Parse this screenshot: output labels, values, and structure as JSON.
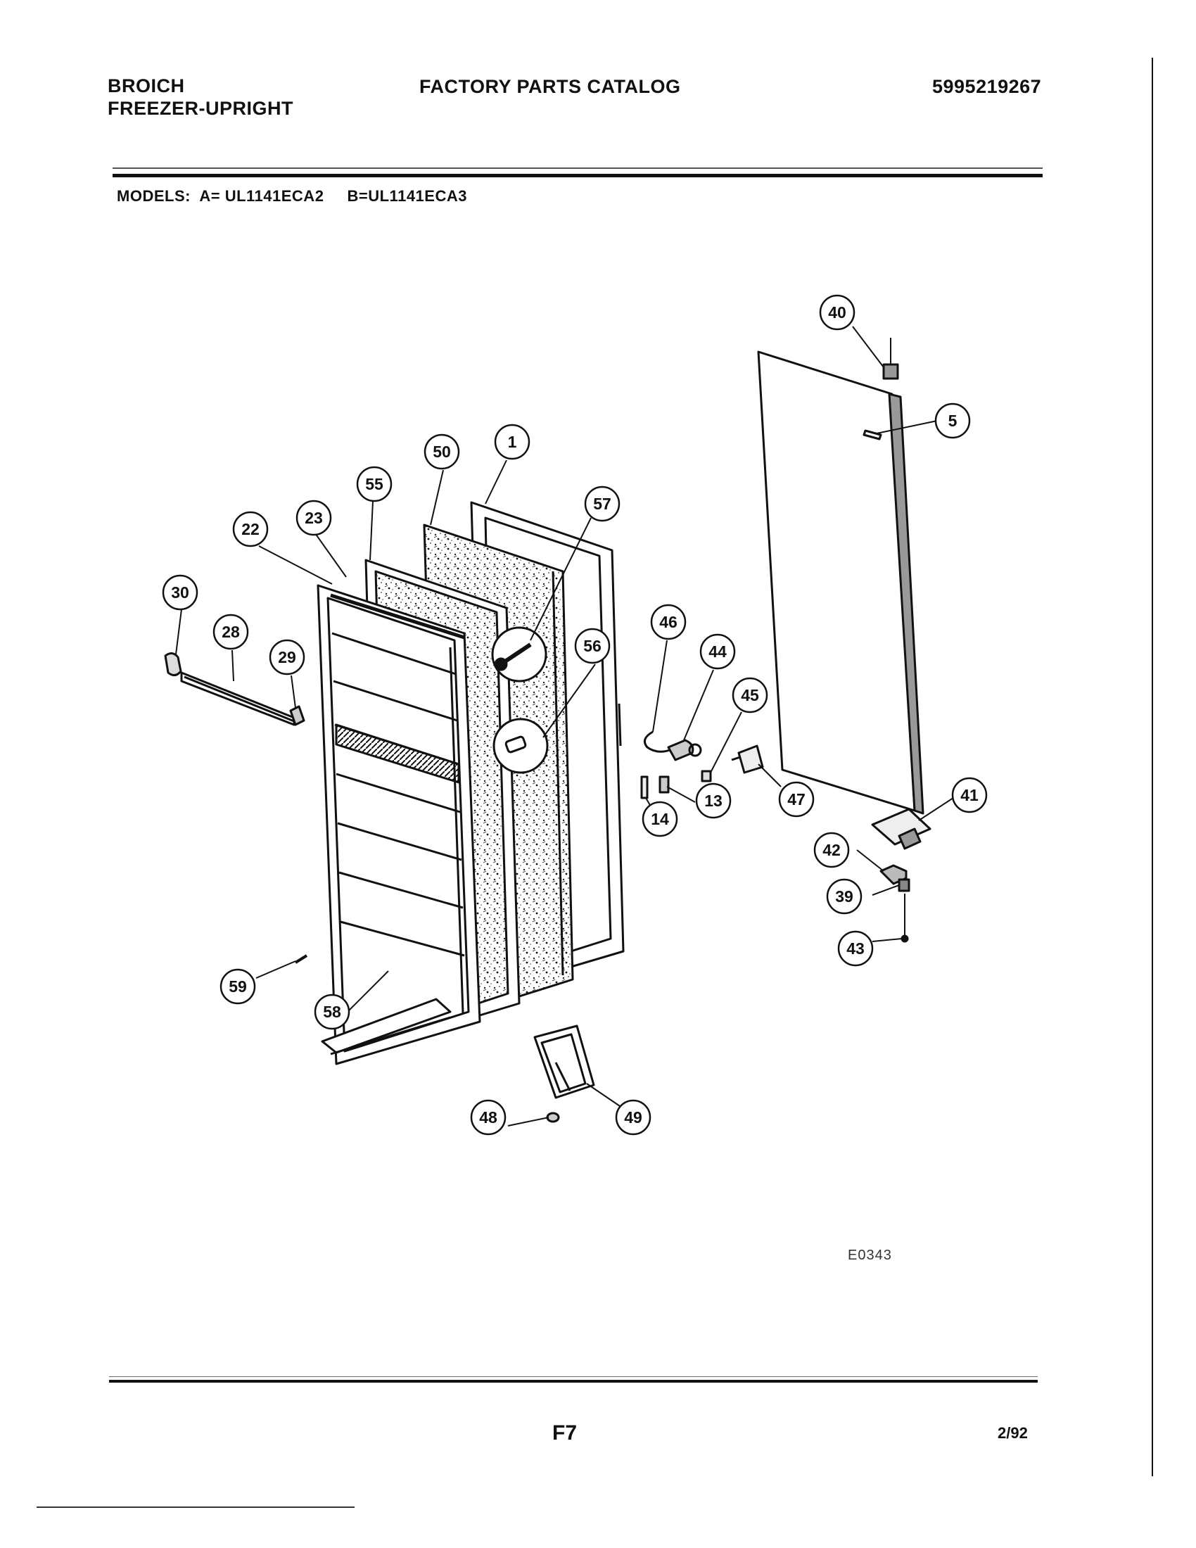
{
  "header": {
    "brand": "BROICH",
    "product": "FREEZER-UPRIGHT",
    "catalog_title": "FACTORY PARTS CATALOG",
    "catalog_number": "5995219267"
  },
  "models_line": "MODELS:  A= UL1141ECA2     B=UL1141ECA3",
  "diagram": {
    "callouts": [
      "40",
      "5",
      "1",
      "50",
      "55",
      "57",
      "23",
      "22",
      "30",
      "28",
      "29",
      "56",
      "46",
      "44",
      "45",
      "47",
      "13",
      "14",
      "41",
      "42",
      "39",
      "43",
      "59",
      "58",
      "48",
      "49"
    ]
  },
  "figure_code": "E0343",
  "footer": {
    "page": "F7",
    "date": "2/92"
  }
}
